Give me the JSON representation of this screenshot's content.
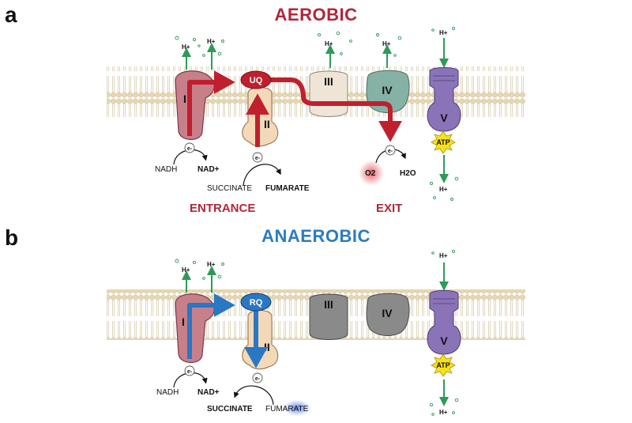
{
  "panels": [
    {
      "letter": "a",
      "title": "AEROBIC",
      "title_color": "#b3253a",
      "arrow_color": "#c0202e",
      "complexes": {
        "c1": "I",
        "c2": "II",
        "c3": "III",
        "c4": "IV",
        "c5": "V"
      },
      "quinone": "UQ",
      "atp": "ATP",
      "electron": "e-",
      "proton": "H+",
      "nadh": "NADH",
      "nad": "NAD+",
      "substrate_in": "SUCCINATE",
      "substrate_out": "FUMARATE",
      "o2": "O2",
      "h2o": "H2O",
      "entrance": "ENTRANCE",
      "exit": "EXIT"
    },
    {
      "letter": "b",
      "title": "ANAEROBIC",
      "title_color": "#2a7cc0",
      "arrow_color": "#2a77c4",
      "complexes": {
        "c1": "I",
        "c2": "II",
        "c3": "III",
        "c4": "IV",
        "c5": "V"
      },
      "quinone": "RQ",
      "atp": "ATP",
      "electron": "e-",
      "proton": "H+",
      "nadh": "NADH",
      "nad": "NAD+",
      "product": "SUCCINATE",
      "substrate": "FUMARATE"
    }
  ],
  "colors": {
    "membrane_head": "#e3d5b3",
    "complex1": "#c77f8a",
    "complex2": "#f3d9b8",
    "complex3_aerobic": "#efe5d6",
    "complex4_aerobic": "#86b2a6",
    "complex_inactive": "#8a8a8a",
    "complex5": "#8b73b8",
    "proton_arrow": "#2e9a57",
    "atp_star": "#f6e21a"
  }
}
